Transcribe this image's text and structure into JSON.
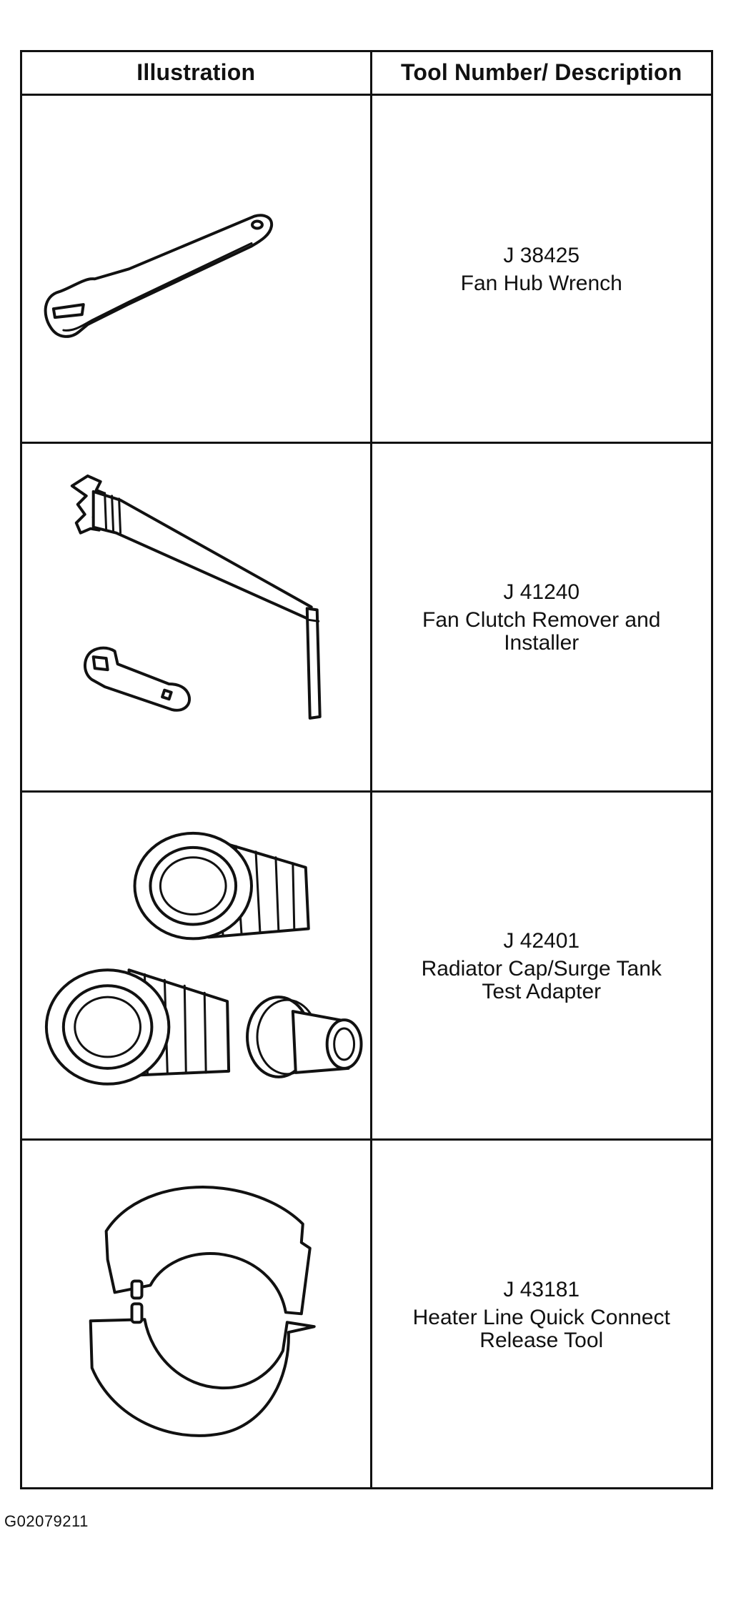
{
  "table": {
    "headers": {
      "illustration": "Illustration",
      "tool_description": "Tool Number/ Description"
    },
    "rows": [
      {
        "tool_number": "J 38425",
        "description": "Fan Hub Wrench",
        "illustration_icon": "fan-hub-wrench-icon"
      },
      {
        "tool_number": "J 41240",
        "description": "Fan Clutch Remover and\nInstaller",
        "illustration_icon": "fan-clutch-remover-installer-icon"
      },
      {
        "tool_number": "J 42401",
        "description": "Radiator Cap/Surge Tank\nTest Adapter",
        "illustration_icon": "radiator-cap-test-adapter-icon"
      },
      {
        "tool_number": "J 43181",
        "description": "Heater Line Quick Connect\nRelease Tool",
        "illustration_icon": "quick-connect-release-tool-icon"
      }
    ]
  },
  "figure_code": "G02079211"
}
